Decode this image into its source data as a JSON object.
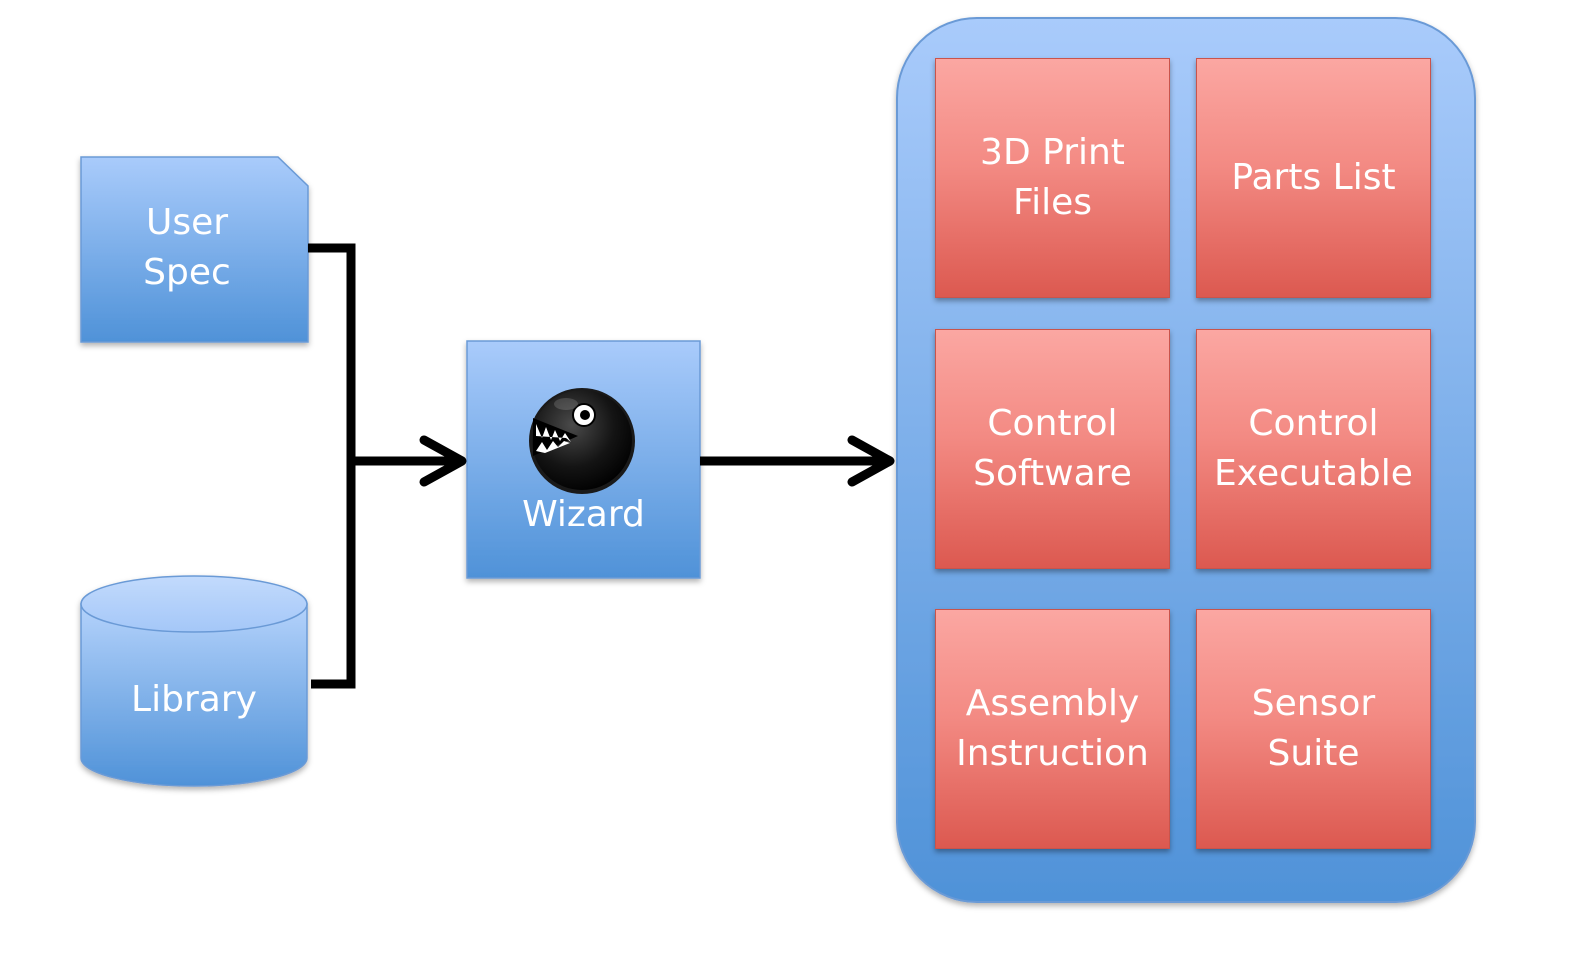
{
  "inputs": {
    "user_spec": "User\nSpec",
    "library": "Library"
  },
  "wizard": {
    "label": "Wizard"
  },
  "outputs": [
    "3D Print\nFiles",
    "Parts List",
    "Control\nSoftware",
    "Control\nExecutable",
    "Assembly\nInstruction",
    "Sensor\nSuite"
  ],
  "colors": {
    "blue_top": "#a9cbfb",
    "blue_bottom": "#4f92d8",
    "red_top": "#fba7a2",
    "red_bottom": "#dc5950",
    "connector": "#000000",
    "text": "#ffffff"
  }
}
